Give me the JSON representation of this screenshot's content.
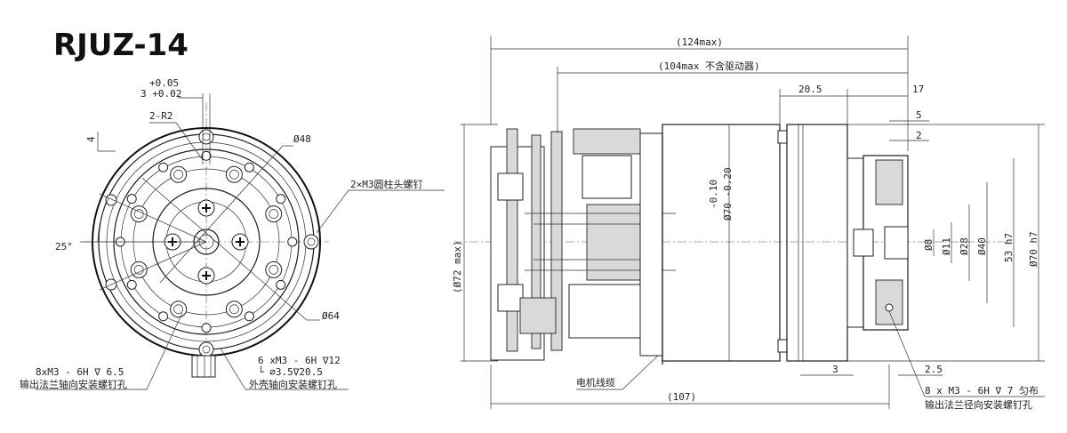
{
  "title": "RJUZ-14",
  "front_view": {
    "tol_upper": "+0.05",
    "tol_lower": "3 +0.02",
    "r2": "2-R2",
    "four": "4",
    "d48": "Ø48",
    "d64": "Ø64",
    "angle": "25°",
    "m3_screw": "2×M3圆柱头螺钉",
    "flange_holes_1": "8xM3 - 6H ∇ 6.5",
    "flange_holes_2": "输出法兰轴向安装螺钉孔",
    "housing_holes_1": "6 xM3 - 6H ∇12",
    "housing_holes_2": "└ ⌀3.5∇20.5",
    "housing_holes_3": "外壳轴向安装螺钉孔"
  },
  "side_view": {
    "len_total": "(124max)",
    "len_no_driver": "(104max 不含驱动器)",
    "d20_5": "20.5",
    "d17": "17",
    "d5": "5",
    "d2": "2",
    "d72": "(Ø72 max)",
    "tol_a": "-0.10",
    "tol_b": "Ø70 -0.20",
    "d8": "Ø8",
    "d11": "Ø11",
    "d28": "Ø28",
    "d40": "Ø40",
    "d53": "53 h7",
    "d70": "Ø70 h7",
    "d3": "3",
    "d2_5": "2.5",
    "len_107": "(107)",
    "cable": "电机线缆",
    "radial_holes_1": "8 x M3 - 6H ∇ 7 匀布",
    "radial_holes_2": "输出法兰径向安装螺钉孔"
  }
}
